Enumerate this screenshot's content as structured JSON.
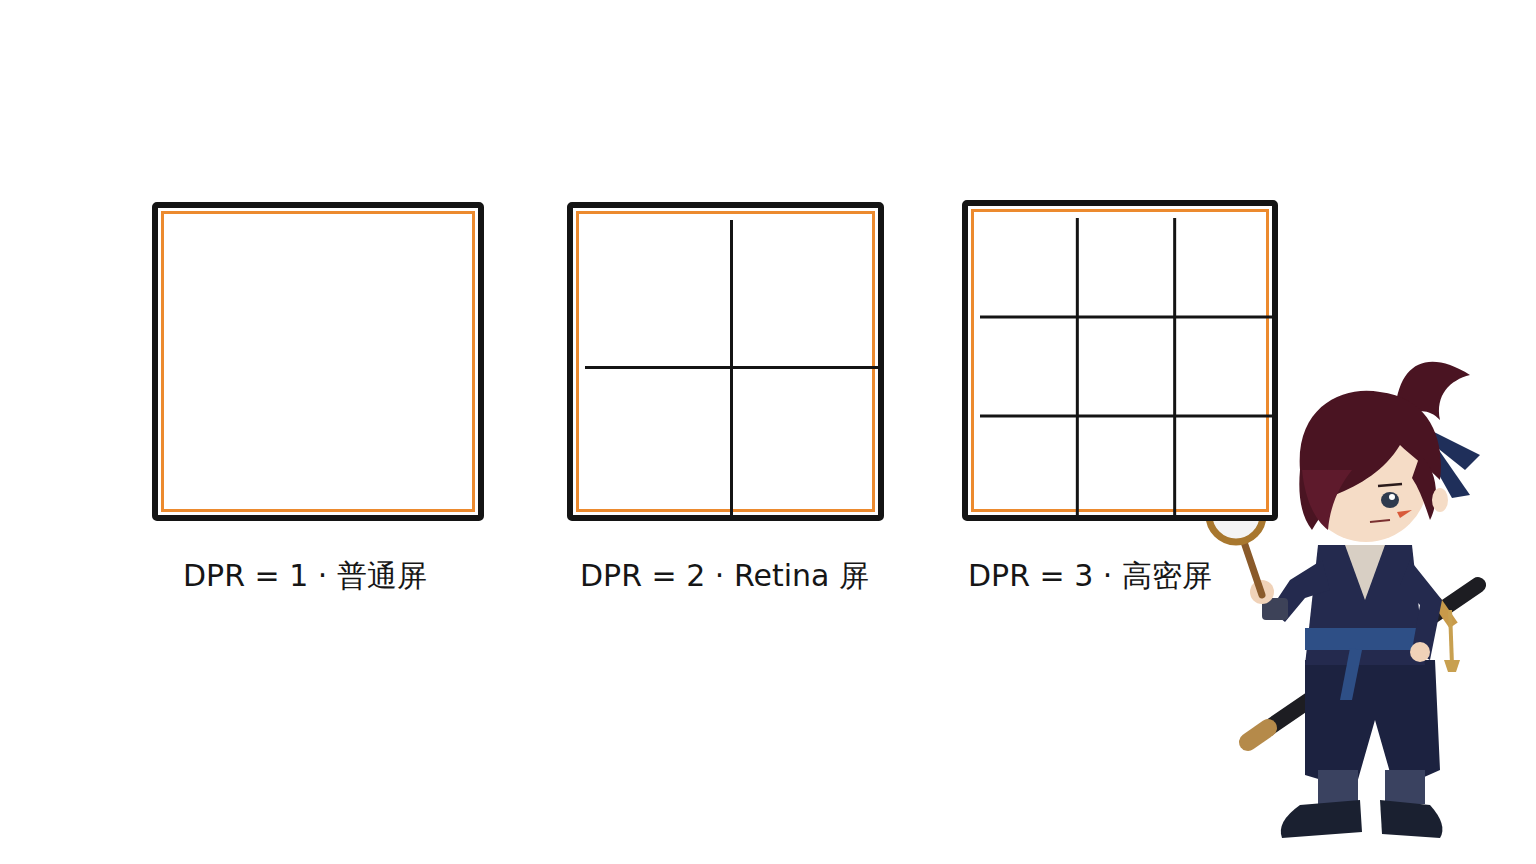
{
  "diagram": {
    "nodes": [
      {
        "text": [
          "DPR = 1 · 普通屏"
        ]
      },
      {
        "text": [
          "DPR = 2 · Retina 屏"
        ]
      },
      {
        "text": [
          "DPR = 3 · 高密屏"
        ]
      }
    ]
  }
}
